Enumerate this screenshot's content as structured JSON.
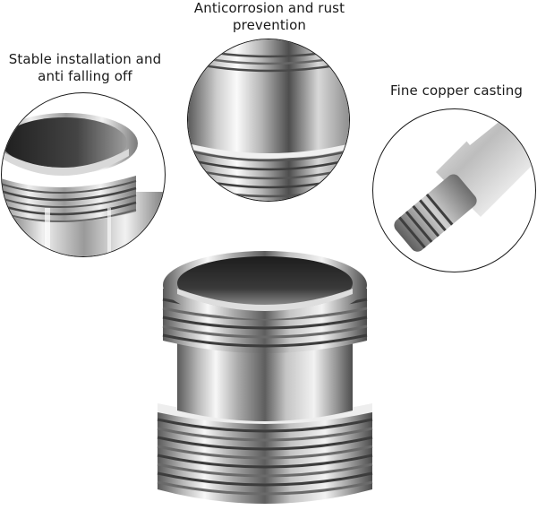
{
  "captions": {
    "left": [
      "Stable installation and",
      "anti falling off"
    ],
    "top": [
      "Anticorrosion and rust",
      "prevention"
    ],
    "right": [
      "Fine copper casting"
    ]
  },
  "colors": {
    "background": "#ffffff",
    "text": "#1a1a1a",
    "chrome_light": "#f4f4f4",
    "chrome_mid": "#b9b9b9",
    "chrome_dark": "#5e5e5e",
    "bore_dark": "#2a2a2a"
  }
}
